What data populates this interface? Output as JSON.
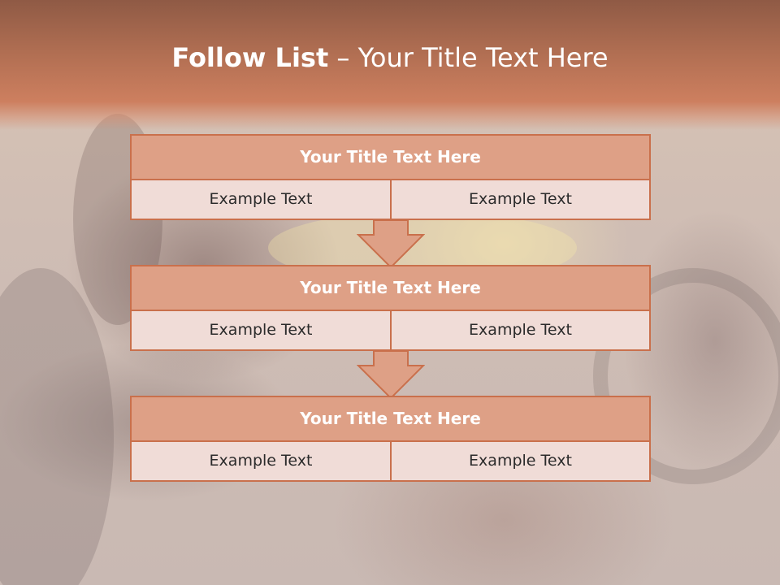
{
  "title": {
    "bold": "Follow List",
    "rest": " – Your Title Text Here"
  },
  "steps": [
    {
      "title": "Your Title Text Here",
      "left": "Example Text",
      "right": "Example Text"
    },
    {
      "title": "Your Title Text Here",
      "left": "Example Text",
      "right": "Example Text"
    },
    {
      "title": "Your Title Text Here",
      "left": "Example Text",
      "right": "Example Text"
    }
  ],
  "colors": {
    "header_band": "#b06e52",
    "step_header_fill": "#dea086",
    "step_border": "#c9704c",
    "cell_fill": "#f0dcd7",
    "arrow_fill": "#dea086"
  }
}
